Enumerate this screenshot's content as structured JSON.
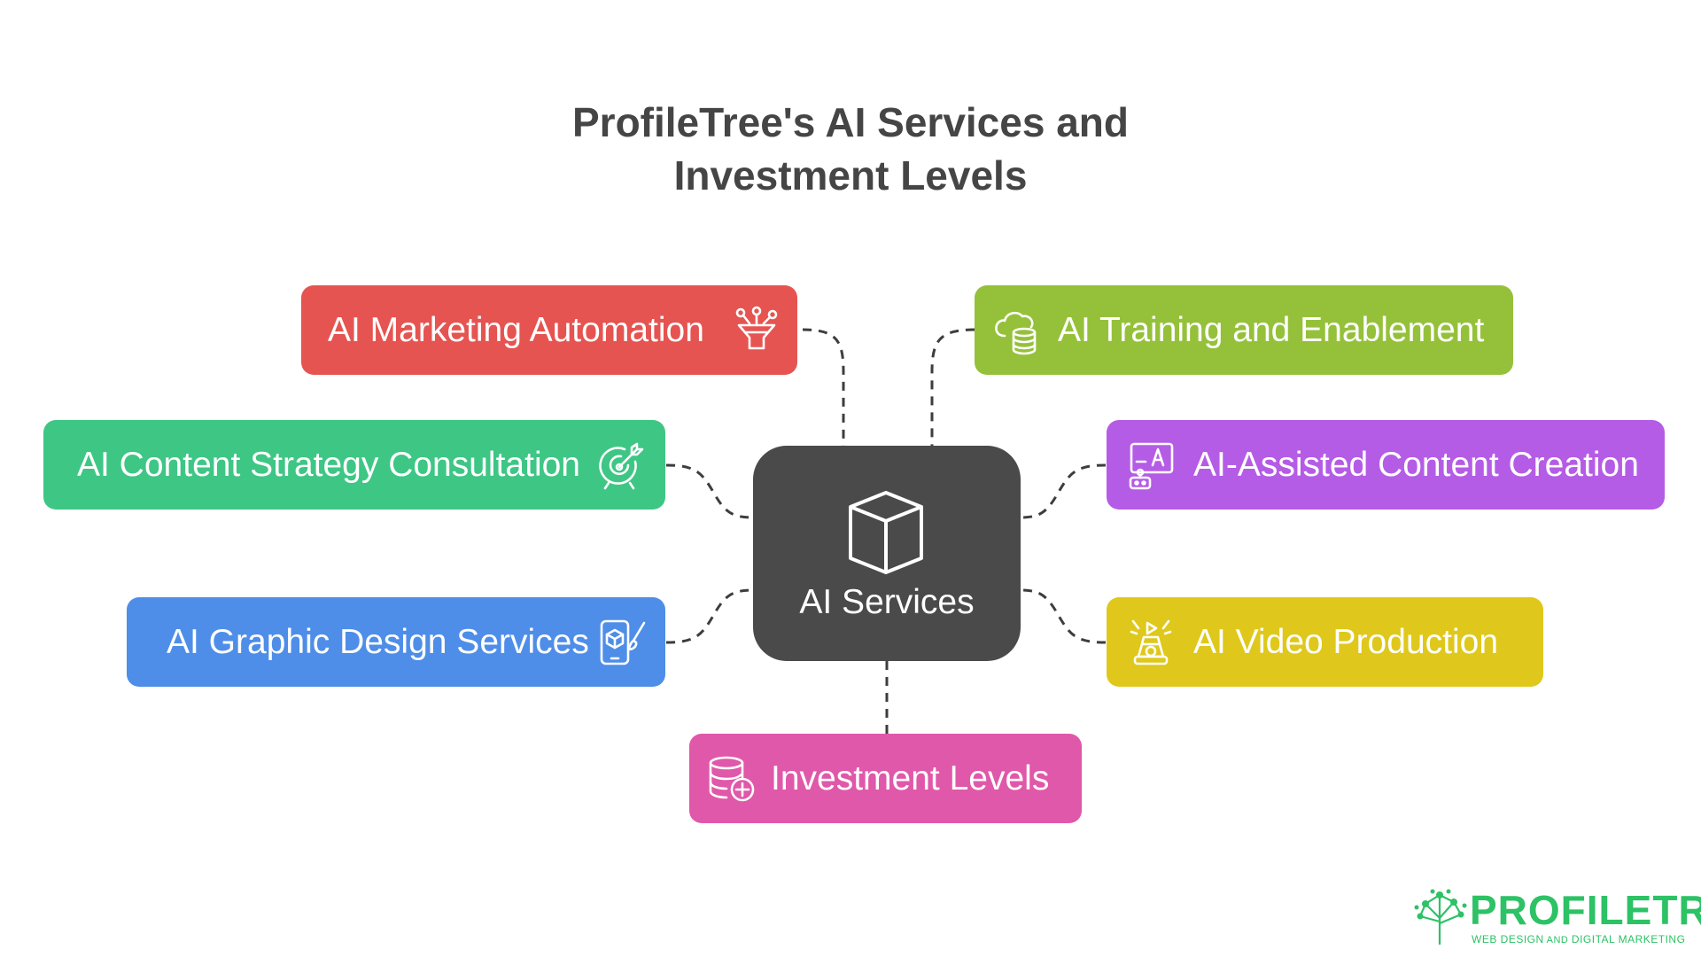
{
  "title": {
    "line1": "ProfileTree's AI Services and",
    "line2": "Investment Levels"
  },
  "center": {
    "label": "AI Services",
    "icon": "cube-icon"
  },
  "nodes": [
    {
      "id": "marketing-automation",
      "label": "AI Marketing Automation",
      "icon": "funnel-icon",
      "color": "#e55451"
    },
    {
      "id": "content-strategy",
      "label": "AI Content Strategy Consultation",
      "icon": "target-icon",
      "color": "#3ec685"
    },
    {
      "id": "graphic-design",
      "label": "AI Graphic Design Services",
      "icon": "design-phone-icon",
      "color": "#4e8ee8"
    },
    {
      "id": "investment-levels",
      "label": "Investment Levels",
      "icon": "database-add-icon",
      "color": "#e058a9"
    },
    {
      "id": "training-enablement",
      "label": "AI Training and Enablement",
      "icon": "cloud-database-icon",
      "color": "#95c13a"
    },
    {
      "id": "content-creation",
      "label": "AI-Assisted Content Creation",
      "icon": "robot-screen-icon",
      "color": "#b55ce6"
    },
    {
      "id": "video-production",
      "label": "AI Video Production",
      "icon": "video-robot-icon",
      "color": "#dfc81b"
    }
  ],
  "logo": {
    "name_part1": "PROFILE",
    "name_part2": "TREE",
    "tagline_part1": "WEB DESIGN",
    "tagline_part2": " AND ",
    "tagline_part3": "DIGITAL MARKETING",
    "color": "#2cc265"
  }
}
